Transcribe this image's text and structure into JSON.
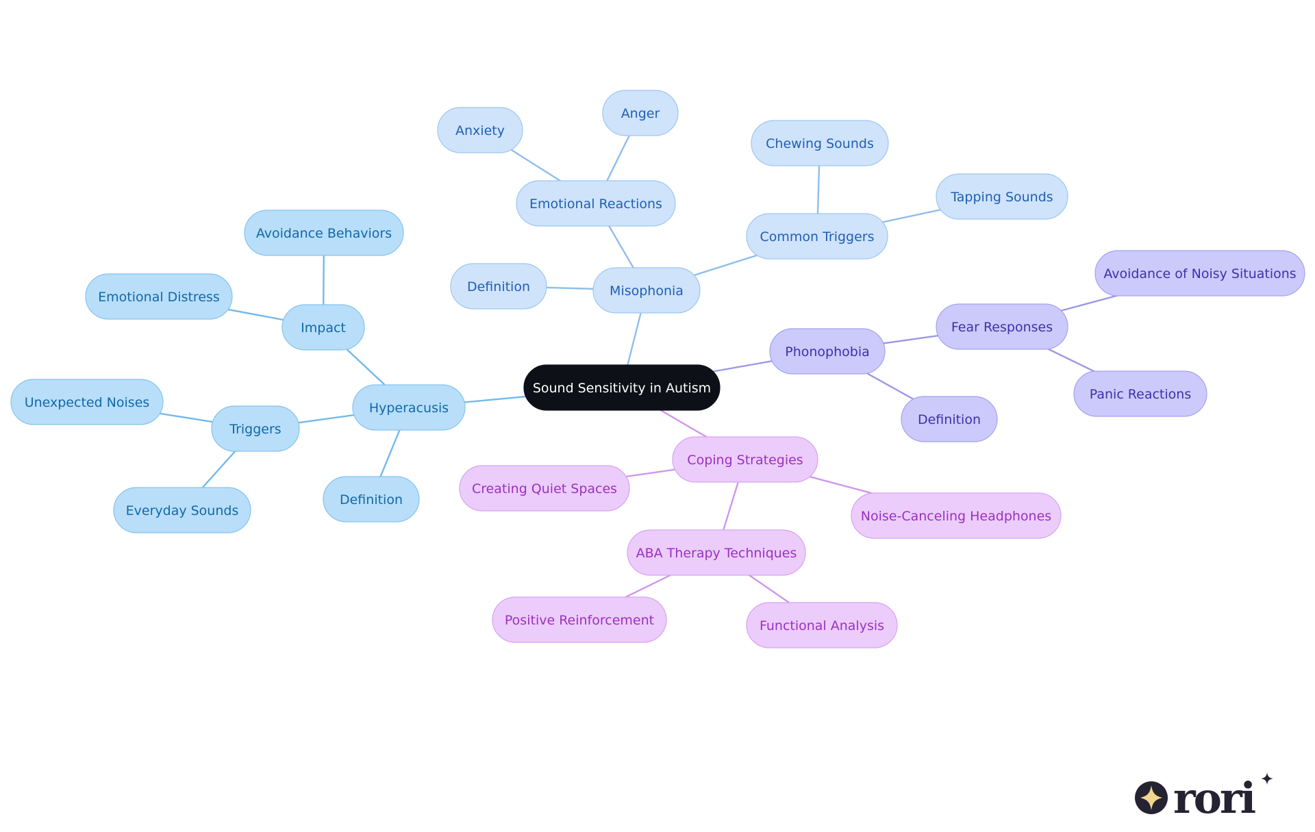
{
  "diagram": {
    "type": "mindmap",
    "root": {
      "label": "Sound Sensitivity in Autism",
      "color": {
        "fill": "#0d1117",
        "stroke": "#0d1117",
        "text": "#ffffff"
      }
    },
    "branches": [
      {
        "key": "misophonia",
        "color": {
          "fill": "#cfe3fb",
          "stroke": "#9dc6f2",
          "text": "#1f5fb4",
          "edge": "#8fbdea"
        },
        "label": "Misophonia",
        "children": [
          {
            "label": "Definition",
            "children": []
          },
          {
            "label": "Emotional Reactions",
            "children": [
              {
                "label": "Anxiety"
              },
              {
                "label": "Anger"
              }
            ]
          },
          {
            "label": "Common Triggers",
            "children": [
              {
                "label": "Chewing Sounds"
              },
              {
                "label": "Tapping Sounds"
              }
            ]
          }
        ]
      },
      {
        "key": "hyperacusis",
        "color": {
          "fill": "#b8def9",
          "stroke": "#84c3f0",
          "text": "#1268a8",
          "edge": "#72b9ea"
        },
        "label": "Hyperacusis",
        "children": [
          {
            "label": "Impact",
            "children": [
              {
                "label": "Avoidance Behaviors"
              },
              {
                "label": "Emotional Distress"
              }
            ]
          },
          {
            "label": "Triggers",
            "children": [
              {
                "label": "Unexpected Noises"
              },
              {
                "label": "Everyday Sounds"
              }
            ]
          },
          {
            "label": "Definition",
            "children": []
          }
        ]
      },
      {
        "key": "phonophobia",
        "color": {
          "fill": "#cbcafb",
          "stroke": "#a4a2ef",
          "text": "#3b32a8",
          "edge": "#9a97ea"
        },
        "label": "Phonophobia",
        "children": [
          {
            "label": "Fear Responses",
            "children": [
              {
                "label": "Avoidance of Noisy Situations"
              },
              {
                "label": "Panic Reactions"
              }
            ]
          },
          {
            "label": "Definition",
            "children": []
          }
        ]
      },
      {
        "key": "coping",
        "color": {
          "fill": "#ecccfb",
          "stroke": "#d7a2f2",
          "text": "#9a30c0",
          "edge": "#cf96ec"
        },
        "label": "Coping Strategies",
        "children": [
          {
            "label": "Creating Quiet Spaces",
            "children": []
          },
          {
            "label": "Noise-Canceling Headphones",
            "children": []
          },
          {
            "label": "ABA Therapy Techniques",
            "children": [
              {
                "label": "Positive Reinforcement"
              },
              {
                "label": "Functional Analysis"
              }
            ]
          }
        ]
      }
    ]
  },
  "logo": {
    "text": "rori",
    "icon": "sparkle-star-icon",
    "colors": {
      "dark": "#252332",
      "accent": "#f3d58f"
    }
  }
}
